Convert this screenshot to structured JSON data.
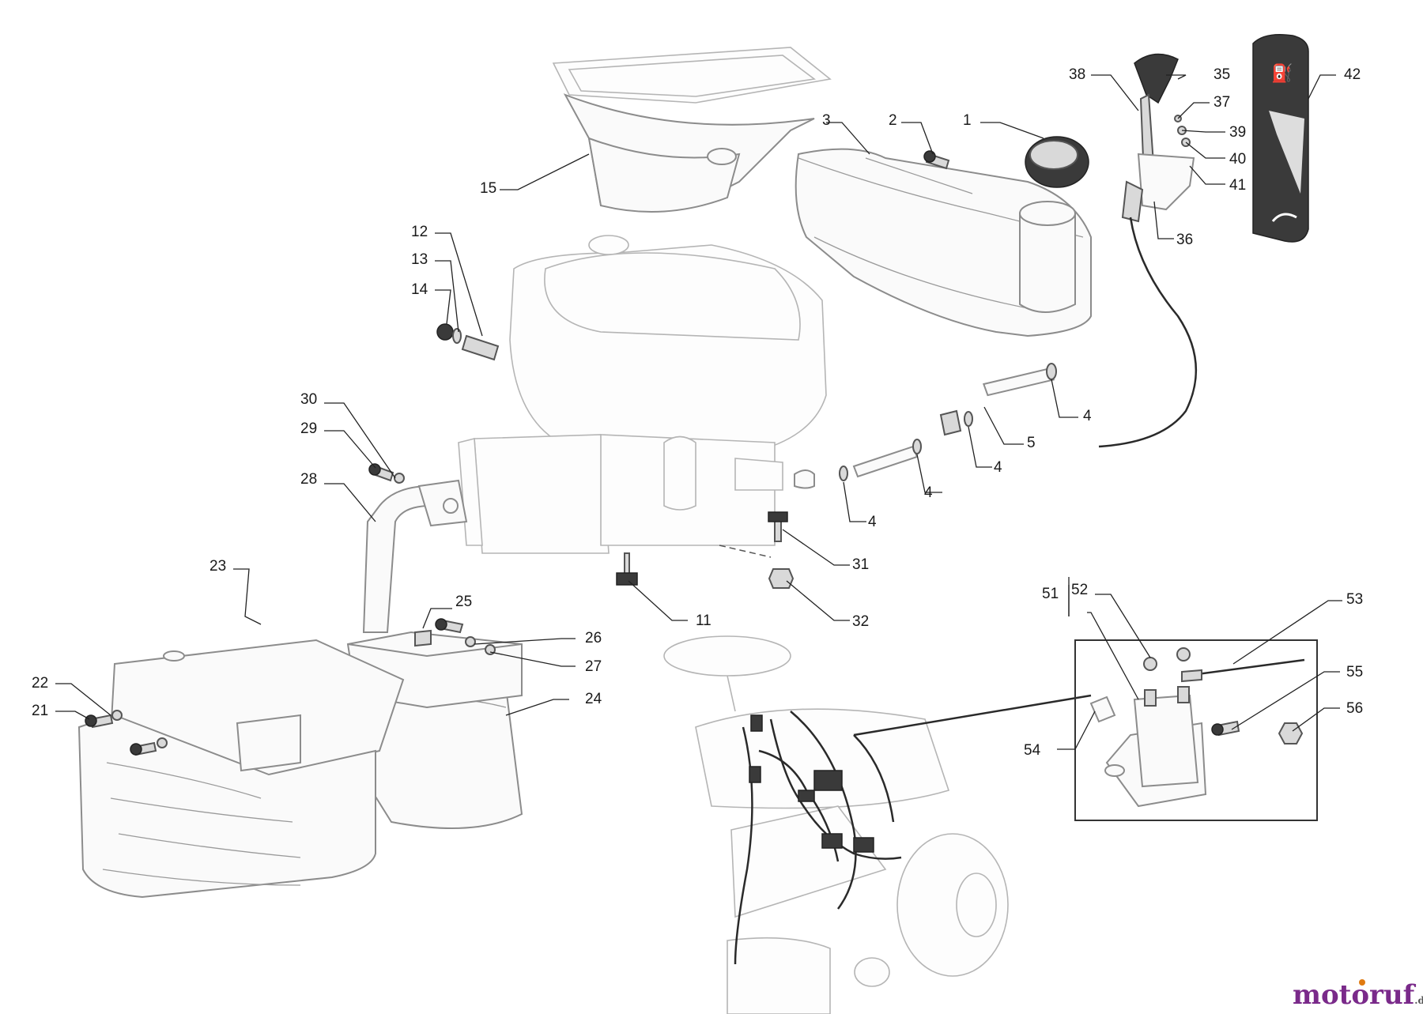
{
  "diagram": {
    "callouts": [
      {
        "id": "1",
        "text": "1"
      },
      {
        "id": "2",
        "text": "2"
      },
      {
        "id": "3",
        "text": "3"
      },
      {
        "id": "4a",
        "text": "4"
      },
      {
        "id": "4b",
        "text": "4"
      },
      {
        "id": "4c",
        "text": "4"
      },
      {
        "id": "4d",
        "text": "4"
      },
      {
        "id": "5",
        "text": "5"
      },
      {
        "id": "11",
        "text": "11"
      },
      {
        "id": "12",
        "text": "12"
      },
      {
        "id": "13",
        "text": "13"
      },
      {
        "id": "14",
        "text": "14"
      },
      {
        "id": "15",
        "text": "15"
      },
      {
        "id": "21",
        "text": "21"
      },
      {
        "id": "22",
        "text": "22"
      },
      {
        "id": "23",
        "text": "23"
      },
      {
        "id": "24",
        "text": "24"
      },
      {
        "id": "25",
        "text": "25"
      },
      {
        "id": "26",
        "text": "26"
      },
      {
        "id": "27",
        "text": "27"
      },
      {
        "id": "28",
        "text": "28"
      },
      {
        "id": "29",
        "text": "29"
      },
      {
        "id": "30",
        "text": "30"
      },
      {
        "id": "31",
        "text": "31"
      },
      {
        "id": "32",
        "text": "32"
      },
      {
        "id": "35",
        "text": "35"
      },
      {
        "id": "36",
        "text": "36"
      },
      {
        "id": "37",
        "text": "37"
      },
      {
        "id": "38",
        "text": "38"
      },
      {
        "id": "39",
        "text": "39"
      },
      {
        "id": "40",
        "text": "40"
      },
      {
        "id": "41",
        "text": "41"
      },
      {
        "id": "42",
        "text": "42"
      },
      {
        "id": "51",
        "text": "51"
      },
      {
        "id": "52",
        "text": "52"
      },
      {
        "id": "53",
        "text": "53"
      },
      {
        "id": "54",
        "text": "54"
      },
      {
        "id": "55",
        "text": "55"
      },
      {
        "id": "56",
        "text": "56"
      }
    ]
  },
  "watermark": {
    "brand": "motoruf",
    "domain": ".de"
  },
  "colors": {
    "background": "#ffffff",
    "line_art": "#8c8c8c",
    "callout_text": "#1a1a1a",
    "watermark_primary": "#7a2a8a",
    "watermark_accent": "#e07a10"
  }
}
